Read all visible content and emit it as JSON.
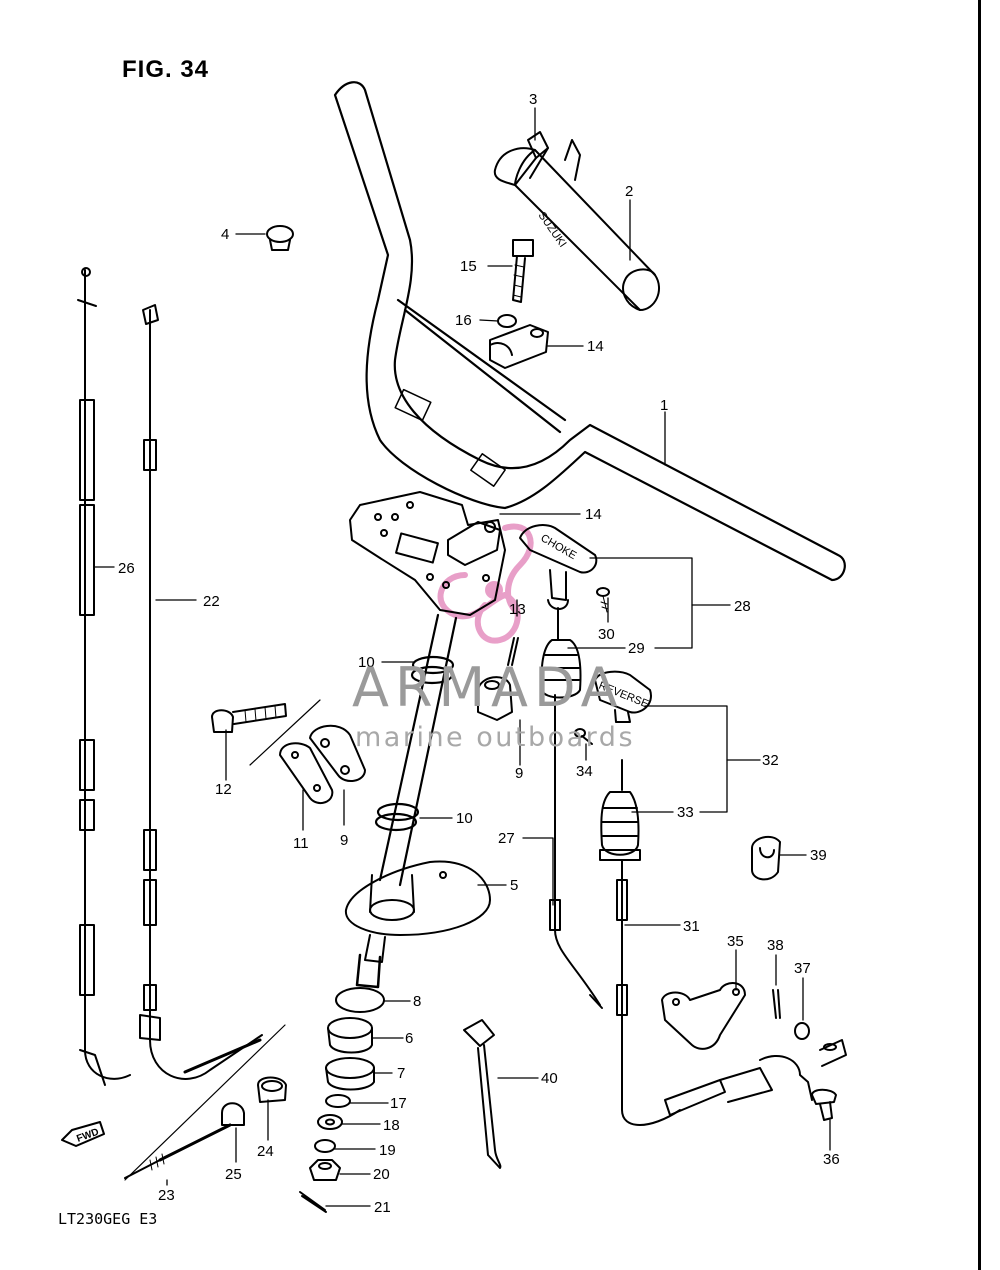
{
  "figure": {
    "title": "FIG. 34",
    "model_code": "LT230GEG E3",
    "fwd_arrow_text": "FWD",
    "embossed": {
      "pad_brand": "SUZUKI",
      "choke_knob": "CHOKE",
      "reverse_knob": "REVERSE"
    }
  },
  "watermark": {
    "brand": "ARMADA",
    "tagline": "marine outboards",
    "logo_color": "#e58fbf"
  },
  "callouts": [
    "1",
    "2",
    "3",
    "4",
    "5",
    "6",
    "7",
    "8",
    "9",
    "9",
    "10",
    "10",
    "11",
    "12",
    "13",
    "14",
    "14",
    "15",
    "16",
    "17",
    "18",
    "19",
    "20",
    "21",
    "22",
    "23",
    "24",
    "25",
    "26",
    "27",
    "28",
    "29",
    "30",
    "31",
    "32",
    "33",
    "34",
    "35",
    "36",
    "37",
    "38",
    "39",
    "40"
  ]
}
